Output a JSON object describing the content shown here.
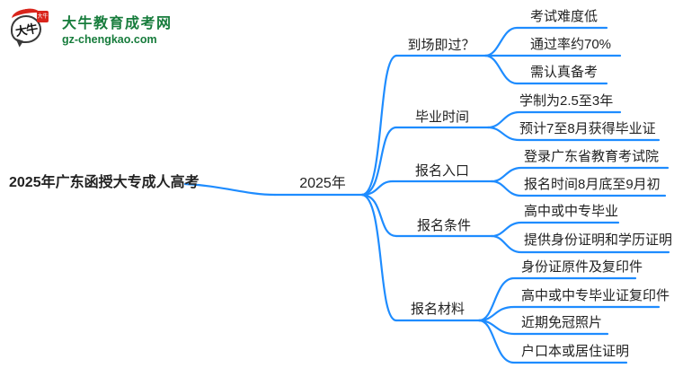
{
  "logo": {
    "mark_text": "大牛",
    "site_name": "大牛教育成考网",
    "site_domain": "gz-chengkao.com"
  },
  "colors": {
    "line_blue": "#1E8CFF",
    "logo_green": "#177C3C",
    "logo_red": "#D9251C",
    "text_dark": "#222222"
  },
  "mindmap": {
    "root": "2025年广东函授大专成人高考",
    "center": "2025年",
    "branches": [
      {
        "label": "到场即过？",
        "children": [
          "考试难度低",
          "通过率约70%",
          "需认真备考"
        ]
      },
      {
        "label": "毕业时间",
        "children": [
          "学制为2.5至3年",
          "预计7至8月获得毕业证"
        ]
      },
      {
        "label": "报名入口",
        "children": [
          "登录广东省教育考试院",
          "报名时间8月底至9月初"
        ]
      },
      {
        "label": "报名条件",
        "children": [
          "高中或中专毕业",
          "提供身份证明和学历证明"
        ]
      },
      {
        "label": "报名材料",
        "children": [
          "身份证原件及复印件",
          "高中或中专毕业证复印件",
          "近期免冠照片",
          "户口本或居住证明"
        ]
      }
    ]
  }
}
